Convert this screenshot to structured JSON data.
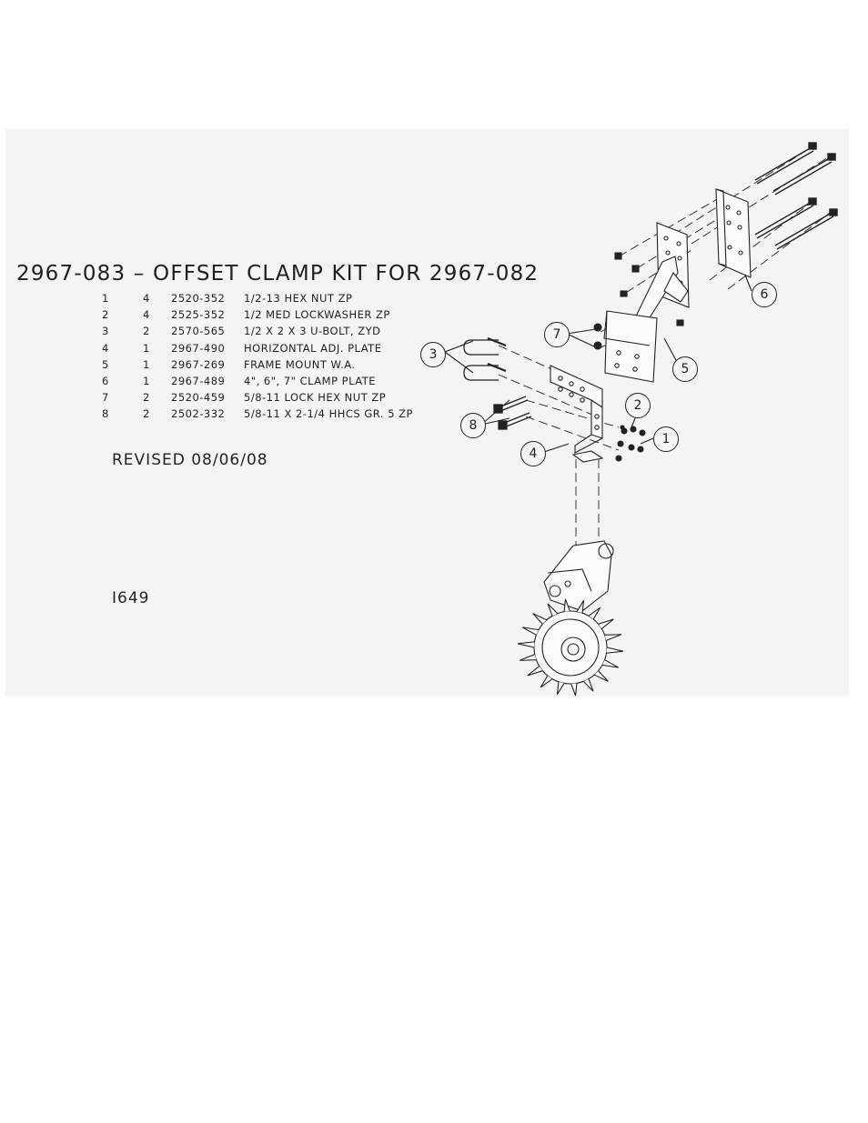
{
  "title": "2967-083 – OFFSET CLAMP KIT FOR 2967-082",
  "parts": [
    {
      "item": "1",
      "qty": "4",
      "part": "2520-352",
      "desc": "1/2-13 HEX NUT ZP"
    },
    {
      "item": "2",
      "qty": "4",
      "part": "2525-352",
      "desc": "1/2 MED LOCKWASHER ZP"
    },
    {
      "item": "3",
      "qty": "2",
      "part": "2570-565",
      "desc": "1/2 X 2 X 3 U-BOLT, ZYD"
    },
    {
      "item": "4",
      "qty": "1",
      "part": "2967-490",
      "desc": "HORIZONTAL ADJ. PLATE"
    },
    {
      "item": "5",
      "qty": "1",
      "part": "2967-269",
      "desc": "FRAME MOUNT W.A."
    },
    {
      "item": "6",
      "qty": "1",
      "part": "2967-489",
      "desc": "4\", 6\", 7\" CLAMP PLATE"
    },
    {
      "item": "7",
      "qty": "2",
      "part": "2520-459",
      "desc": "5/8-11 LOCK HEX NUT  ZP"
    },
    {
      "item": "8",
      "qty": "2",
      "part": "2502-332",
      "desc": "5/8-11 X 2-1/4 HHCS GR. 5 ZP"
    }
  ],
  "revised": "REVISED 08/06/08",
  "drawing_number": "I649",
  "callouts": [
    "1",
    "2",
    "3",
    "4",
    "5",
    "6",
    "7",
    "8"
  ],
  "colors": {
    "line": "#222222",
    "sheet": "#f4f4f4"
  }
}
